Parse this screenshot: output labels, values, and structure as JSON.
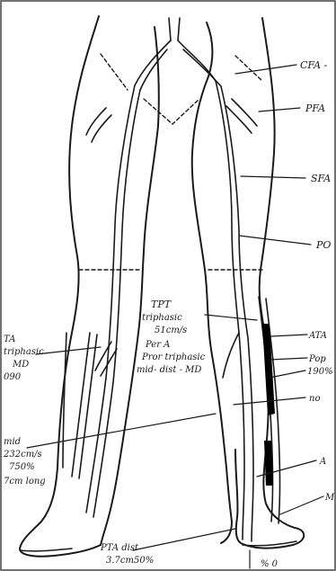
{
  "diagram": {
    "right_labels": [
      {
        "id": "cfa",
        "text": "CFA -"
      },
      {
        "id": "pfa",
        "text": "PFA"
      },
      {
        "id": "sfa",
        "text": "SFA"
      },
      {
        "id": "pop",
        "text": "PO"
      },
      {
        "id": "ata",
        "text": "ATA"
      },
      {
        "id": "pop2",
        "text": "Pop"
      },
      {
        "id": "pct",
        "text": "190%"
      },
      {
        "id": "no",
        "text": "no"
      },
      {
        "id": "a",
        "text": "A"
      },
      {
        "id": "m",
        "text": "M"
      },
      {
        "id": "bottom",
        "text": "% 0"
      }
    ],
    "tpt_note": [
      "TPT",
      "triphasic",
      "51cm/s"
    ],
    "peroneal_note": [
      "Per A",
      "Pror triphasic",
      "mid- dist - MD"
    ],
    "left_top_note": [
      "TA",
      "triphasic",
      "MD",
      "090"
    ],
    "left_bottom_note": [
      "mid",
      "232cm/s",
      "750%",
      "7cm long"
    ],
    "pta_note": [
      "PTA dist",
      "3.7cm50%"
    ]
  },
  "colors": {
    "ink": "#1a1a1a",
    "paper": "#ffffff",
    "stenosis": "#000000"
  }
}
